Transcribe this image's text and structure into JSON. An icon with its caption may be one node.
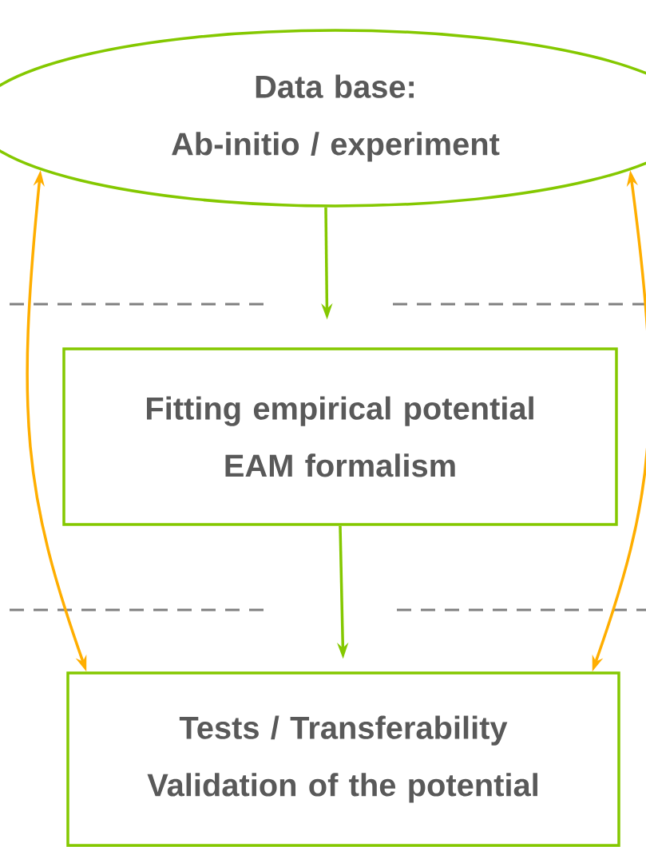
{
  "diagram": {
    "nodes": [
      {
        "text": [
          "Data base:",
          "Ab-initio / experiment"
        ]
      },
      {
        "text": [
          "Fitting empirical potential",
          "EAM formalism"
        ]
      },
      {
        "text": [
          "Tests / Transferability",
          "Validation of the potential"
        ]
      }
    ],
    "edges": [
      {
        "from": 0,
        "to": 1,
        "arrow": "to"
      },
      {
        "from": 1,
        "to": 2,
        "arrow": "to"
      },
      {
        "from": 0,
        "to": 2,
        "arrow": "both",
        "color": "#ffae00"
      },
      {
        "from": 0,
        "to": 2,
        "arrow": "both",
        "color": "#ffae00"
      }
    ]
  }
}
